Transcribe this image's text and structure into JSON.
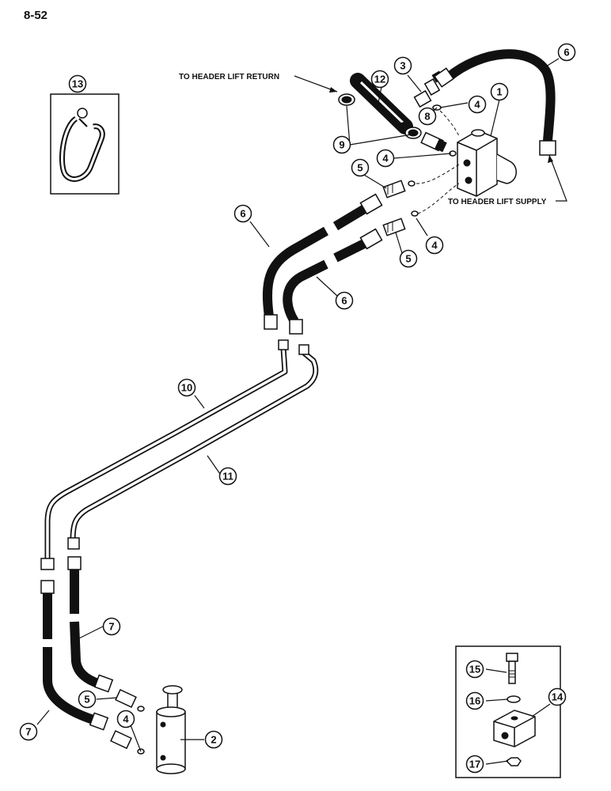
{
  "page_number": "8-52",
  "labels": {
    "header_lift_return": "TO HEADER LIFT RETURN",
    "header_lift_supply": "TO HEADER LIFT SUPPLY"
  },
  "callouts": [
    {
      "id": "c1",
      "text": "1"
    },
    {
      "id": "c2",
      "text": "2"
    },
    {
      "id": "c3",
      "text": "3"
    },
    {
      "id": "c4a",
      "text": "4"
    },
    {
      "id": "c4b",
      "text": "4"
    },
    {
      "id": "c4c",
      "text": "4"
    },
    {
      "id": "c4d",
      "text": "4"
    },
    {
      "id": "c5a",
      "text": "5"
    },
    {
      "id": "c5b",
      "text": "5"
    },
    {
      "id": "c5c",
      "text": "5"
    },
    {
      "id": "c6a",
      "text": "6"
    },
    {
      "id": "c6b",
      "text": "6"
    },
    {
      "id": "c6c",
      "text": "6"
    },
    {
      "id": "c7a",
      "text": "7"
    },
    {
      "id": "c7b",
      "text": "7"
    },
    {
      "id": "c8",
      "text": "8"
    },
    {
      "id": "c9",
      "text": "9"
    },
    {
      "id": "c10",
      "text": "10"
    },
    {
      "id": "c11",
      "text": "11"
    },
    {
      "id": "c12",
      "text": "12"
    },
    {
      "id": "c13",
      "text": "13"
    },
    {
      "id": "c14",
      "text": "14"
    },
    {
      "id": "c15",
      "text": "15"
    },
    {
      "id": "c16",
      "text": "16"
    },
    {
      "id": "c17",
      "text": "17"
    }
  ]
}
